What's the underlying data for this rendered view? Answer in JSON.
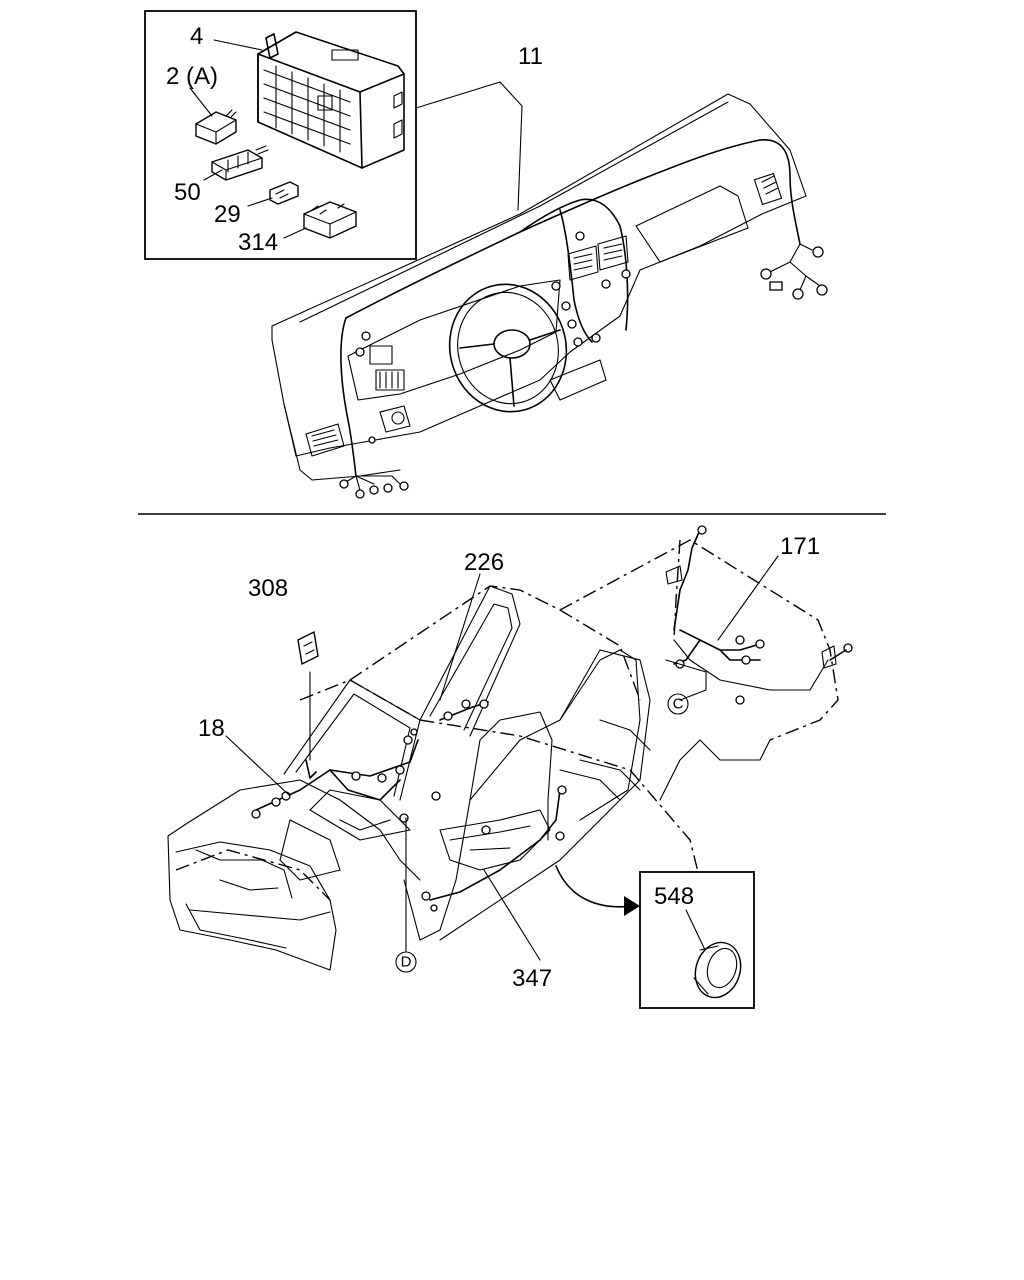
{
  "labels": {
    "p4": "4",
    "p2a": "2 (A)",
    "p50": "50",
    "p29": "29",
    "p314": "314",
    "p11": "11",
    "p308": "308",
    "p226": "226",
    "p171": "171",
    "p18": "18",
    "p347": "347",
    "p548": "548",
    "refC": "C",
    "refD": "D"
  }
}
